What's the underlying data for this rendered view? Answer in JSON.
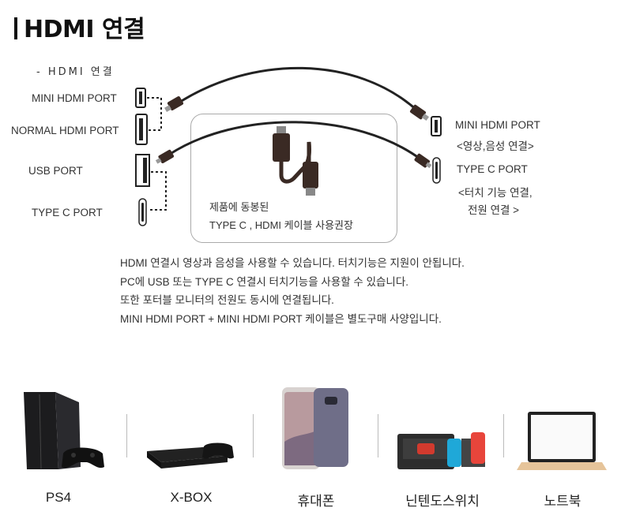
{
  "title": "HDMI 연결",
  "subtitle": "- HDMI 연결",
  "left_ports": [
    {
      "label": "MINI HDMI PORT"
    },
    {
      "label": "NORMAL HDMI PORT"
    },
    {
      "label": "USB PORT"
    },
    {
      "label": "TYPE C PORT"
    }
  ],
  "right_ports": {
    "mini_hdmi": {
      "label": "MINI HDMI PORT",
      "note": "<영상,음성 연결>"
    },
    "type_c": {
      "label": "TYPE C PORT",
      "note1": "<터치 기능 연결,",
      "note2": "전원 연결 >"
    }
  },
  "box": {
    "line1": "제품에 동봉된",
    "line2": "TYPE C  , HDMI 케이블 사용권장"
  },
  "notes": [
    "HDMI 연결시 영상과 음성을 사용할 수 있습니다. 터치기능은 지원이 안됩니다.",
    "PC에 USB 또는 TYPE C 연결시 터치기능을 사용할 수 있습니다.",
    "또한 포터블 모니터의 전원도 동시에 연결됩니다.",
    "MINI HDMI PORT + MINI HDMI PORT 케이블은 별도구매 사양입니다."
  ],
  "devices": [
    {
      "label": "PS4",
      "icon": "ps4-console-icon"
    },
    {
      "label": "X-BOX",
      "icon": "xbox-console-icon"
    },
    {
      "label": "휴대폰",
      "icon": "smartphone-icon"
    },
    {
      "label": "닌텐도스위치",
      "icon": "nintendo-switch-icon"
    },
    {
      "label": "노트북",
      "icon": "laptop-icon"
    }
  ]
}
